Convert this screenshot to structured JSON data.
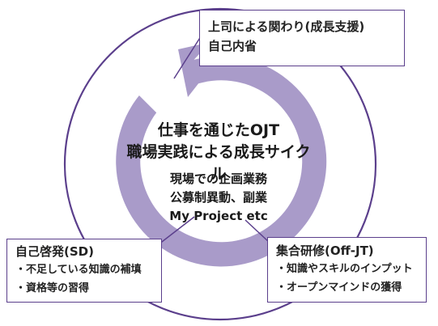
{
  "top_box": {
    "line1": "上司による関わり(成長支援)",
    "line2": "自己内省"
  },
  "center": {
    "title_line1": "仕事を通じたOJT",
    "title_line2": "職場実践による成長サイクル",
    "sub_line1": "現場での企画業務",
    "sub_line2": "公募制異動、副業",
    "sub_line3": "My Project etc"
  },
  "left_box": {
    "title": "自己啓発(SD)",
    "items": [
      "・不足している知識の補填",
      "・資格等の習得"
    ]
  },
  "right_box": {
    "title": "集合研修(Off-JT)",
    "items": [
      "・知識やスキルのインプット",
      "・オープンマインドの獲得"
    ]
  },
  "colors": {
    "arrow_fill": "#a99bc9",
    "accent": "#5b3f8c",
    "outer_circle": "#5b3f8c"
  }
}
